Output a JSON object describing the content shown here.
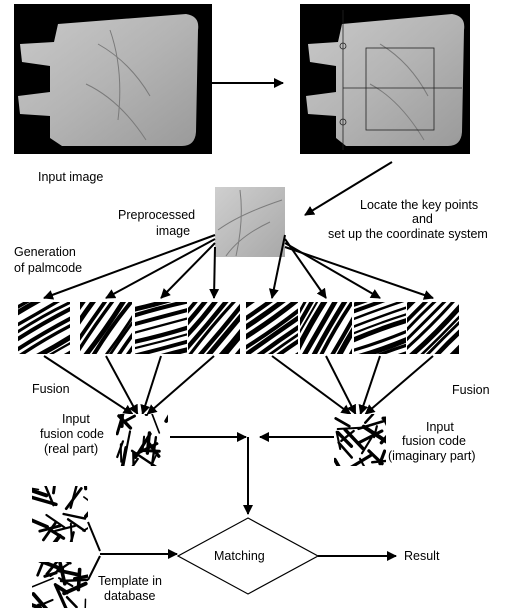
{
  "labels": {
    "input_image": "Input image",
    "preprocessed_line1": "Preprocessed",
    "preprocessed_line2": "image",
    "locate_line1": "Locate the key points",
    "locate_line2": "and",
    "locate_line3": "set up the coordinate system",
    "generation_line1": "Generation",
    "generation_line2": "of palmcode",
    "fusion_left": "Fusion",
    "fusion_right": "Fusion",
    "real_line1": "Input",
    "real_line2": "fusion code",
    "real_line3": "(real part)",
    "imag_line1": "Input",
    "imag_line2": "fusion code",
    "imag_line3": "(imaginary part)",
    "template_line1": "Template in",
    "template_line2": "database",
    "matching": "Matching",
    "result": "Result"
  },
  "palmcode_count": 8
}
